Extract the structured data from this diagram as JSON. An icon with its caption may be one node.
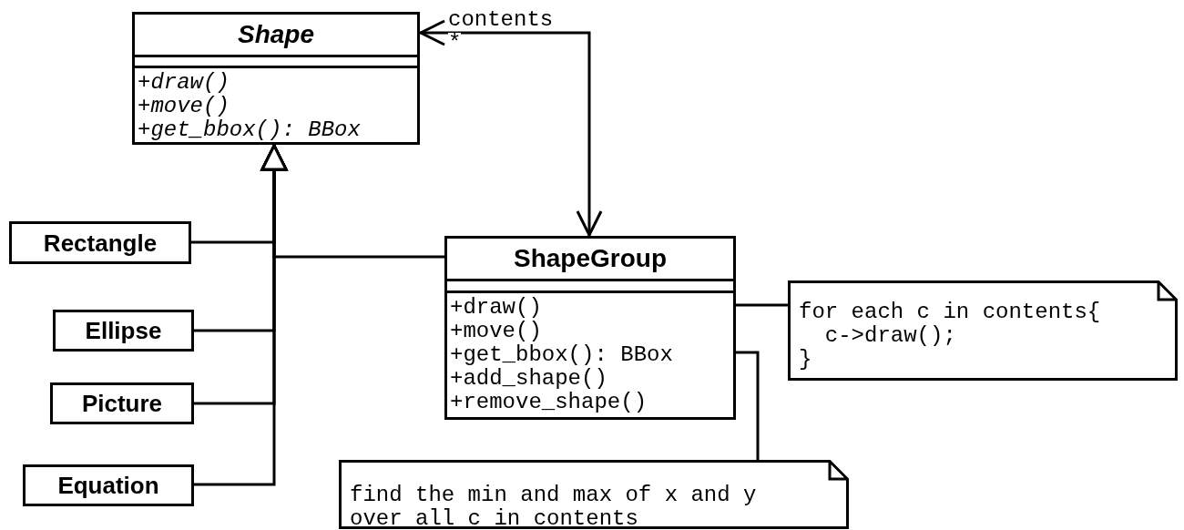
{
  "diagram": {
    "nodes": [
      {
        "text": [
          "Shape",
          "+draw()",
          "+move()",
          "+get_bbox(): BBox"
        ]
      },
      {
        "text": [
          "Rectangle"
        ]
      },
      {
        "text": [
          "Ellipse"
        ]
      },
      {
        "text": [
          "Picture"
        ]
      },
      {
        "text": [
          "Equation"
        ]
      },
      {
        "text": [
          "ShapeGroup",
          "+draw()",
          "+move()",
          "+get_bbox(): BBox",
          "+add_shape()",
          "+remove_shape()"
        ]
      },
      {
        "text": [
          "for each c in contents{",
          "c->draw();",
          "}"
        ]
      },
      {
        "text": [
          "find the min and max of x and y over all c in contents"
        ]
      }
    ],
    "edges": [
      {
        "from": 1,
        "to": 0,
        "arrow": "to"
      },
      {
        "from": 2,
        "to": 0,
        "arrow": "to"
      },
      {
        "from": 3,
        "to": 0,
        "arrow": "to"
      },
      {
        "from": 4,
        "to": 0,
        "arrow": "to"
      },
      {
        "from": 5,
        "to": 0,
        "arrow": "to"
      },
      {
        "from": 5,
        "to": 0,
        "arrow": "both",
        "label": "contents"
      },
      {
        "from": 6,
        "to": 5,
        "arrow": "none"
      },
      {
        "from": 7,
        "to": 5,
        "arrow": "none"
      }
    ],
    "labels": [
      "*"
    ]
  }
}
